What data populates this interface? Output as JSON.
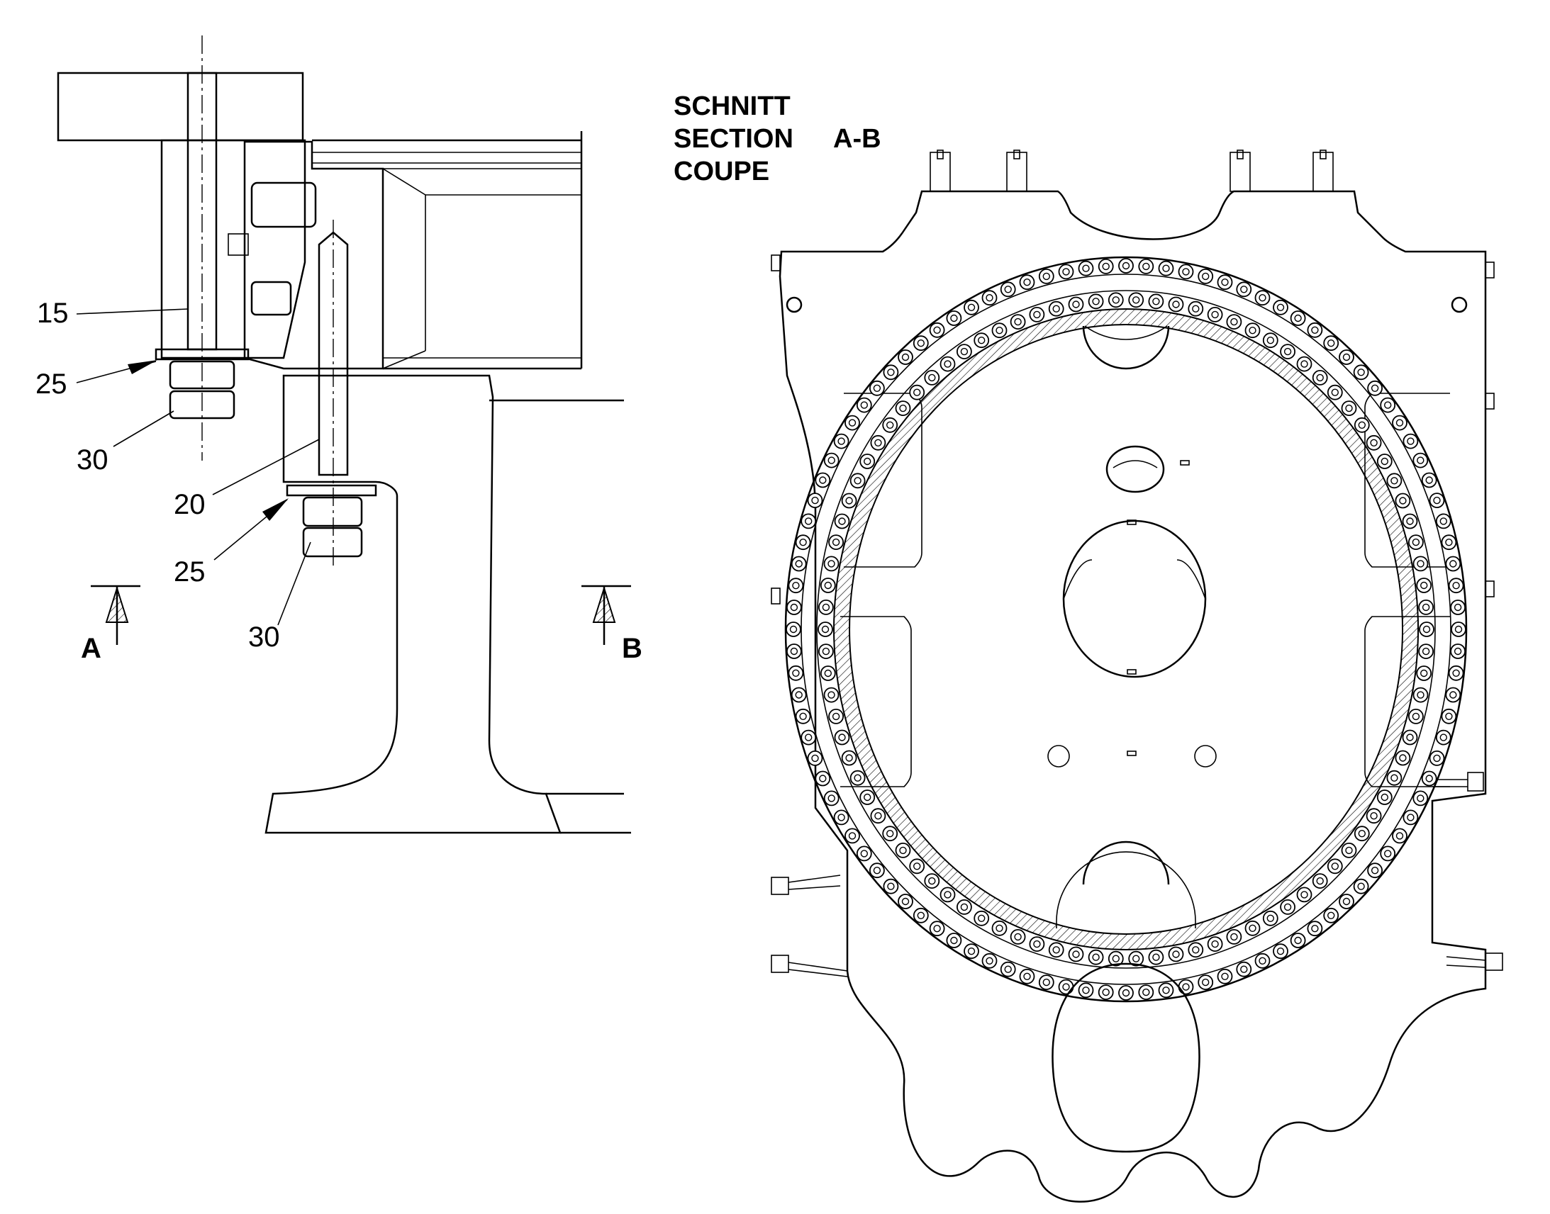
{
  "section_title": {
    "line1": "SCHNITT",
    "line2": "SECTION",
    "line3": "COUPE",
    "designation": "A-B"
  },
  "callouts": {
    "c15": "15",
    "c25a": "25",
    "c30a": "30",
    "c20": "20",
    "c25b": "25",
    "c30b": "30"
  },
  "section_markers": {
    "a": "A",
    "b": "B"
  }
}
